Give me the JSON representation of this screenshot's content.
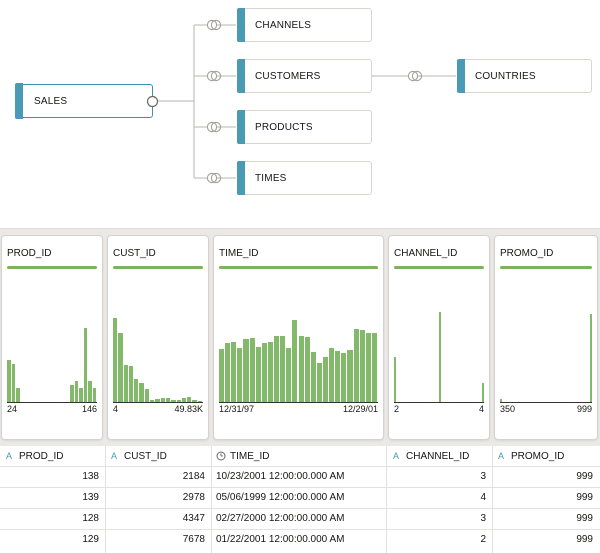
{
  "diagram": {
    "source": {
      "label": "SALES"
    },
    "targets": [
      {
        "label": "CHANNELS"
      },
      {
        "label": "CUSTOMERS"
      },
      {
        "label": "PRODUCTS"
      },
      {
        "label": "TIMES"
      }
    ],
    "secondary": {
      "label": "COUNTRIES"
    }
  },
  "colors": {
    "accent": "#4a9ab5",
    "hist": "#82b96b",
    "quality_bar": "#7db360"
  },
  "columns": [
    {
      "name": "PROD_ID",
      "type_icon": "A",
      "min": "24",
      "max": "146",
      "histogram": [
        0.4,
        0.36,
        0.13,
        0,
        0,
        0,
        0,
        0,
        0,
        0,
        0,
        0,
        0,
        0,
        0.16,
        0.2,
        0.13,
        0.7,
        0.2,
        0.13
      ]
    },
    {
      "name": "CUST_ID",
      "type_icon": "A",
      "min": "4",
      "max": "49.83K",
      "histogram": [
        0.79,
        0.65,
        0.35,
        0.34,
        0.22,
        0.18,
        0.12,
        0.02,
        0.03,
        0.04,
        0.04,
        0.02,
        0.02,
        0.04,
        0.05,
        0.02,
        0.01
      ]
    },
    {
      "name": "TIME_ID",
      "type_icon": "clock",
      "min": "12/31/97",
      "max": "12/29/01",
      "histogram": [
        0.5,
        0.56,
        0.57,
        0.51,
        0.59,
        0.6,
        0.52,
        0.56,
        0.57,
        0.62,
        0.62,
        0.51,
        0.77,
        0.62,
        0.61,
        0.47,
        0.37,
        0.42,
        0.51,
        0.48,
        0.46,
        0.49,
        0.69,
        0.68,
        0.65,
        0.65
      ]
    },
    {
      "name": "CHANNEL_ID",
      "type_icon": "A",
      "min": "2",
      "max": "4",
      "histogram": [
        0.42,
        0,
        0,
        0,
        0,
        0,
        0,
        0,
        0,
        0,
        0,
        0,
        0,
        0,
        0,
        0,
        0,
        0,
        0,
        0,
        0,
        0,
        0.85,
        0,
        0,
        0,
        0,
        0,
        0,
        0,
        0,
        0,
        0,
        0,
        0,
        0,
        0,
        0,
        0,
        0,
        0,
        0,
        0,
        0.18
      ]
    },
    {
      "name": "PROMO_ID",
      "type_icon": "A",
      "min": "350",
      "max": "999",
      "histogram": [
        0.03,
        0,
        0,
        0,
        0,
        0,
        0,
        0,
        0,
        0,
        0,
        0,
        0,
        0,
        0,
        0,
        0,
        0,
        0,
        0,
        0,
        0,
        0,
        0,
        0,
        0,
        0,
        0,
        0,
        0,
        0,
        0,
        0,
        0,
        0,
        0,
        0,
        0,
        0,
        0,
        0,
        0,
        0,
        0.83
      ]
    }
  ],
  "table": {
    "headers": [
      "PROD_ID",
      "CUST_ID",
      "TIME_ID",
      "CHANNEL_ID",
      "PROMO_ID"
    ],
    "rows": [
      [
        "138",
        "2184",
        "10/23/2001 12:00:00.000 AM",
        "3",
        "999"
      ],
      [
        "139",
        "2978",
        "05/06/1999 12:00:00.000 AM",
        "4",
        "999"
      ],
      [
        "128",
        "4347",
        "02/27/2000 12:00:00.000 AM",
        "3",
        "999"
      ],
      [
        "129",
        "7678",
        "01/22/2001 12:00:00.000 AM",
        "2",
        "999"
      ]
    ]
  }
}
